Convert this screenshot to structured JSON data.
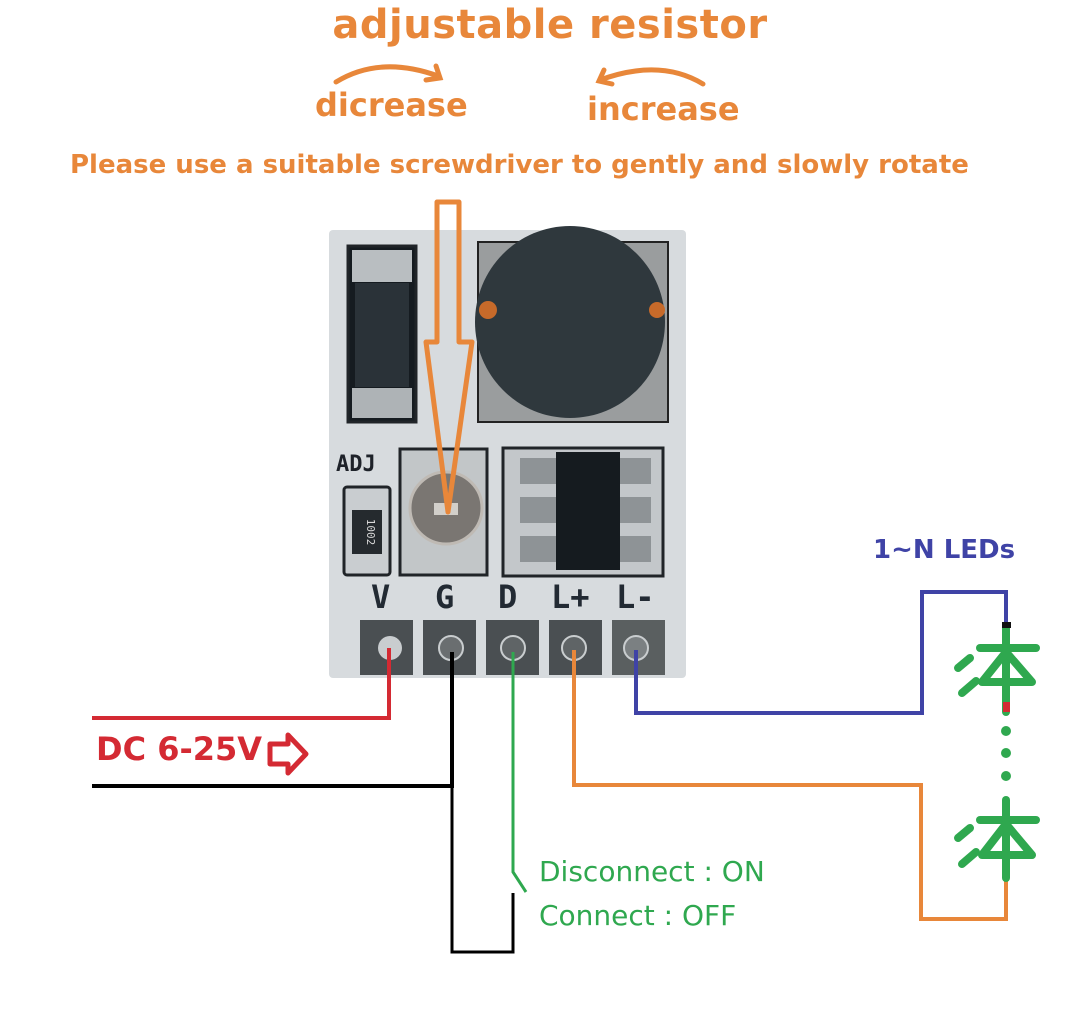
{
  "title": "adjustable resistor",
  "rotation": {
    "decrease_label": "dicrease",
    "increase_label": "increase"
  },
  "instruction": "Please use a suitable screwdriver to gently and slowly rotate",
  "board": {
    "adj_label": "ADJ",
    "resistor_code": "1002",
    "pins": [
      "V",
      "G",
      "D",
      "L+",
      "L-"
    ]
  },
  "power": {
    "label": "DC 6-25V",
    "arrow_icon": "right-arrow-icon"
  },
  "dimming_switch": {
    "line1": "Disconnect : ON",
    "line2": "Connect : OFF"
  },
  "leds": {
    "label": "1~N LEDs"
  },
  "colors": {
    "annotation": "#e8873a",
    "v_wire": "#d42a33",
    "g_wire": "#000000",
    "d_wire": "#2fa84f",
    "lplus_wire": "#e8873a",
    "lminus_wire": "#3f43a6",
    "led": "#2fa84f"
  }
}
